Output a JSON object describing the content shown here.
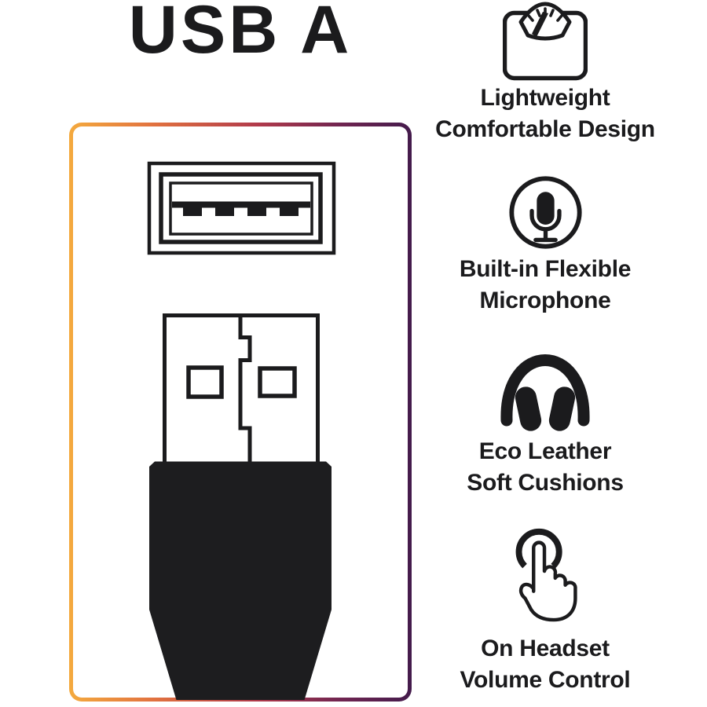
{
  "title": "USB A",
  "diagram": {
    "name": "USB A connector diagram",
    "border_gradient": [
      "#F4AA3E",
      "#E1713F",
      "#B13A4B",
      "#6E2450",
      "#441B4C"
    ],
    "ink_color": "#1b1b1d",
    "plug_fill_color": "#1d1d1f"
  },
  "features": [
    {
      "icon": "weight-scale-icon",
      "lines": [
        "Lightweight",
        "Comfortable Design"
      ]
    },
    {
      "icon": "microphone-icon",
      "lines": [
        "Built-in Flexible",
        "Microphone"
      ]
    },
    {
      "icon": "headphones-icon",
      "lines": [
        "Eco Leather",
        "Soft Cushions"
      ]
    },
    {
      "icon": "tap-gesture-icon",
      "lines": [
        "On Headset",
        "Volume Control"
      ]
    }
  ]
}
